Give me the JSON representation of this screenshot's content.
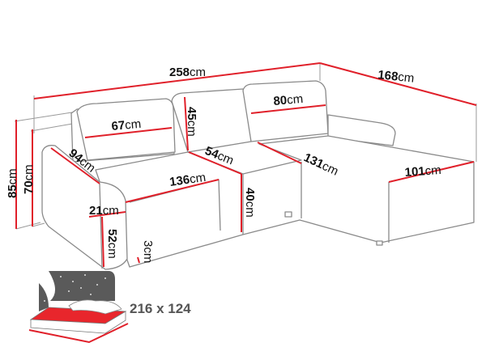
{
  "colors": {
    "dimension_line": "#e0202a",
    "outline": "#8a8a8a",
    "bed_icon": "#5a5a5a",
    "mattress": "#e8262c"
  },
  "unit": "cm",
  "dimensions": {
    "total_width": "258",
    "chaise_length": "168",
    "total_height": "85",
    "back_height": "70",
    "cushion_width": "67",
    "cushion_height": "45",
    "chaise_cushion_width": "80",
    "armrest_depth": "94",
    "seat_depth": "54",
    "chaise_seat_length": "131",
    "chaise_width": "101",
    "seat_width": "136",
    "seat_height": "40",
    "armrest_width": "21",
    "armrest_height": "52",
    "leg_height": "3"
  },
  "sleeping_area": {
    "icon": "bed-icon",
    "label": "216 x 124"
  }
}
